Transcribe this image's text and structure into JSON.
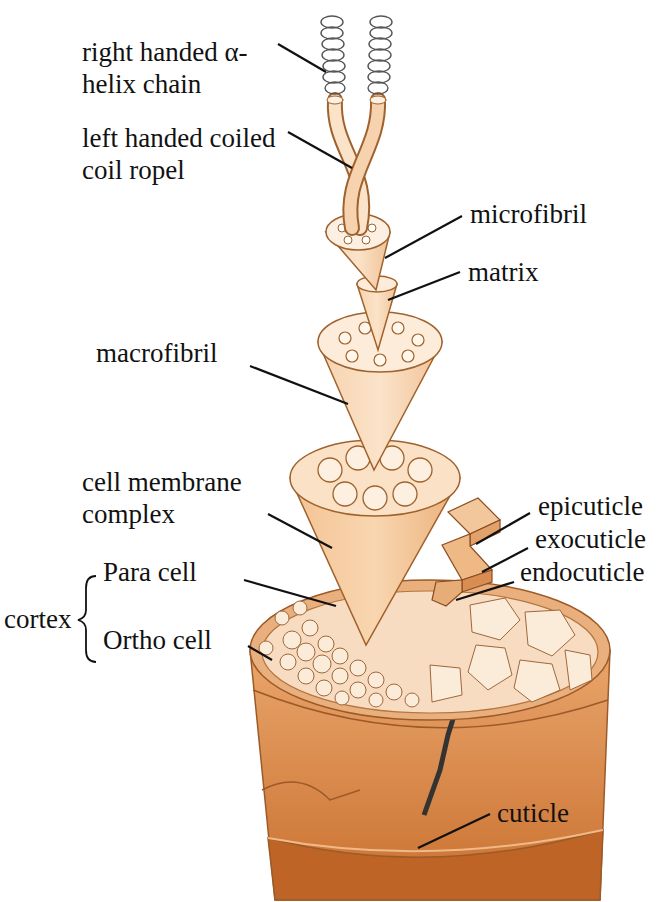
{
  "diagram": {
    "labels": [
      "right handed α-helix chain",
      "left handed coiled coil ropel",
      "microfibril",
      "matrix",
      "macrofibril",
      "cell membrane complex",
      "cortex",
      "Para cell",
      "Ortho cell",
      "epicuticle",
      "exocuticle",
      "endocuticle",
      "cuticle"
    ]
  }
}
